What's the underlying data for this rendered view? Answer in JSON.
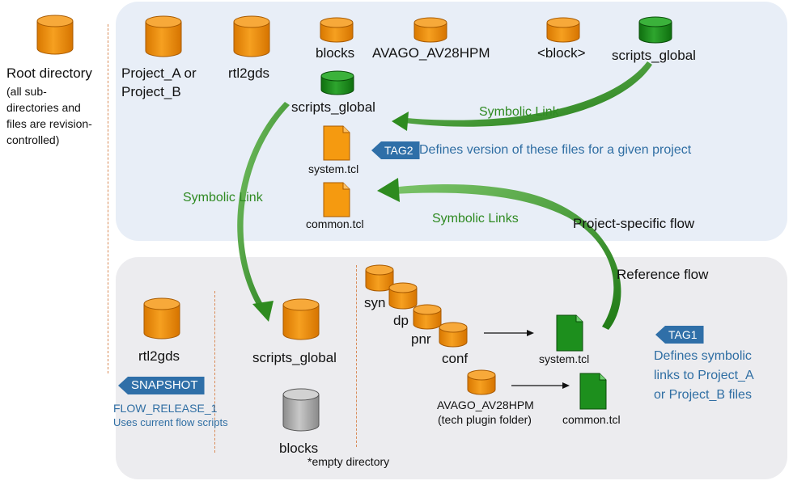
{
  "labels": {
    "root_directory": "Root directory",
    "root_note_1": "(all sub-",
    "root_note_2": "directories and",
    "root_note_3": "files are revision-",
    "root_note_4": "controlled)",
    "project_ab_1": "Project_A or",
    "project_ab_2": "Project_B",
    "rtl2gds_top": "rtl2gds",
    "blocks_top": "blocks",
    "avago_top": "AVAGO_AV28HPM",
    "block_generic": "<block>",
    "scripts_global_right": "scripts_global",
    "scripts_global_mid": "scripts_global",
    "system_tcl_top": "system.tcl",
    "common_tcl_top": "common.tcl",
    "project_specific_flow": "Project-specific flow",
    "reference_flow": "Reference flow",
    "rtl2gds_bottom": "rtl2gds",
    "scripts_global_bottom": "scripts_global",
    "blocks_bottom": "blocks",
    "empty_directory": "*empty directory",
    "syn": "syn",
    "dp": "dp",
    "pnr": "pnr",
    "conf": "conf",
    "system_tcl_bottom": "system.tcl",
    "common_tcl_bottom": "common.tcl",
    "avago_bottom": "AVAGO_AV28HPM",
    "tech_plugin": "(tech plugin folder)",
    "flow_release": "FLOW_RELEASE_1",
    "uses_current": "Uses current flow scripts"
  },
  "links": {
    "symbolic_link_top": "Symbolic Link",
    "symbolic_link_left": "Symbolic Link",
    "symbolic_links": "Symbolic Links"
  },
  "tags": {
    "tag2": "TAG2",
    "tag2_desc": "Defines version of these files for a given project",
    "tag1": "TAG1",
    "tag1_desc_1": "Defines symbolic",
    "tag1_desc_2": "links to  Project_A",
    "tag1_desc_3": "or Project_B files",
    "snapshot": "SNAPSHOT"
  },
  "colors": {
    "folder_orange": "#f08c00",
    "folder_green": "#1a8a1a",
    "folder_gray": "#a5a5a5",
    "arrow_green": "#2e8b1f",
    "tag_blue": "#2f6fa8",
    "text_blue": "#2f6ea3",
    "text_green": "#2f8a22",
    "panel_top": "#e8eef7",
    "panel_bottom": "#ececef"
  }
}
